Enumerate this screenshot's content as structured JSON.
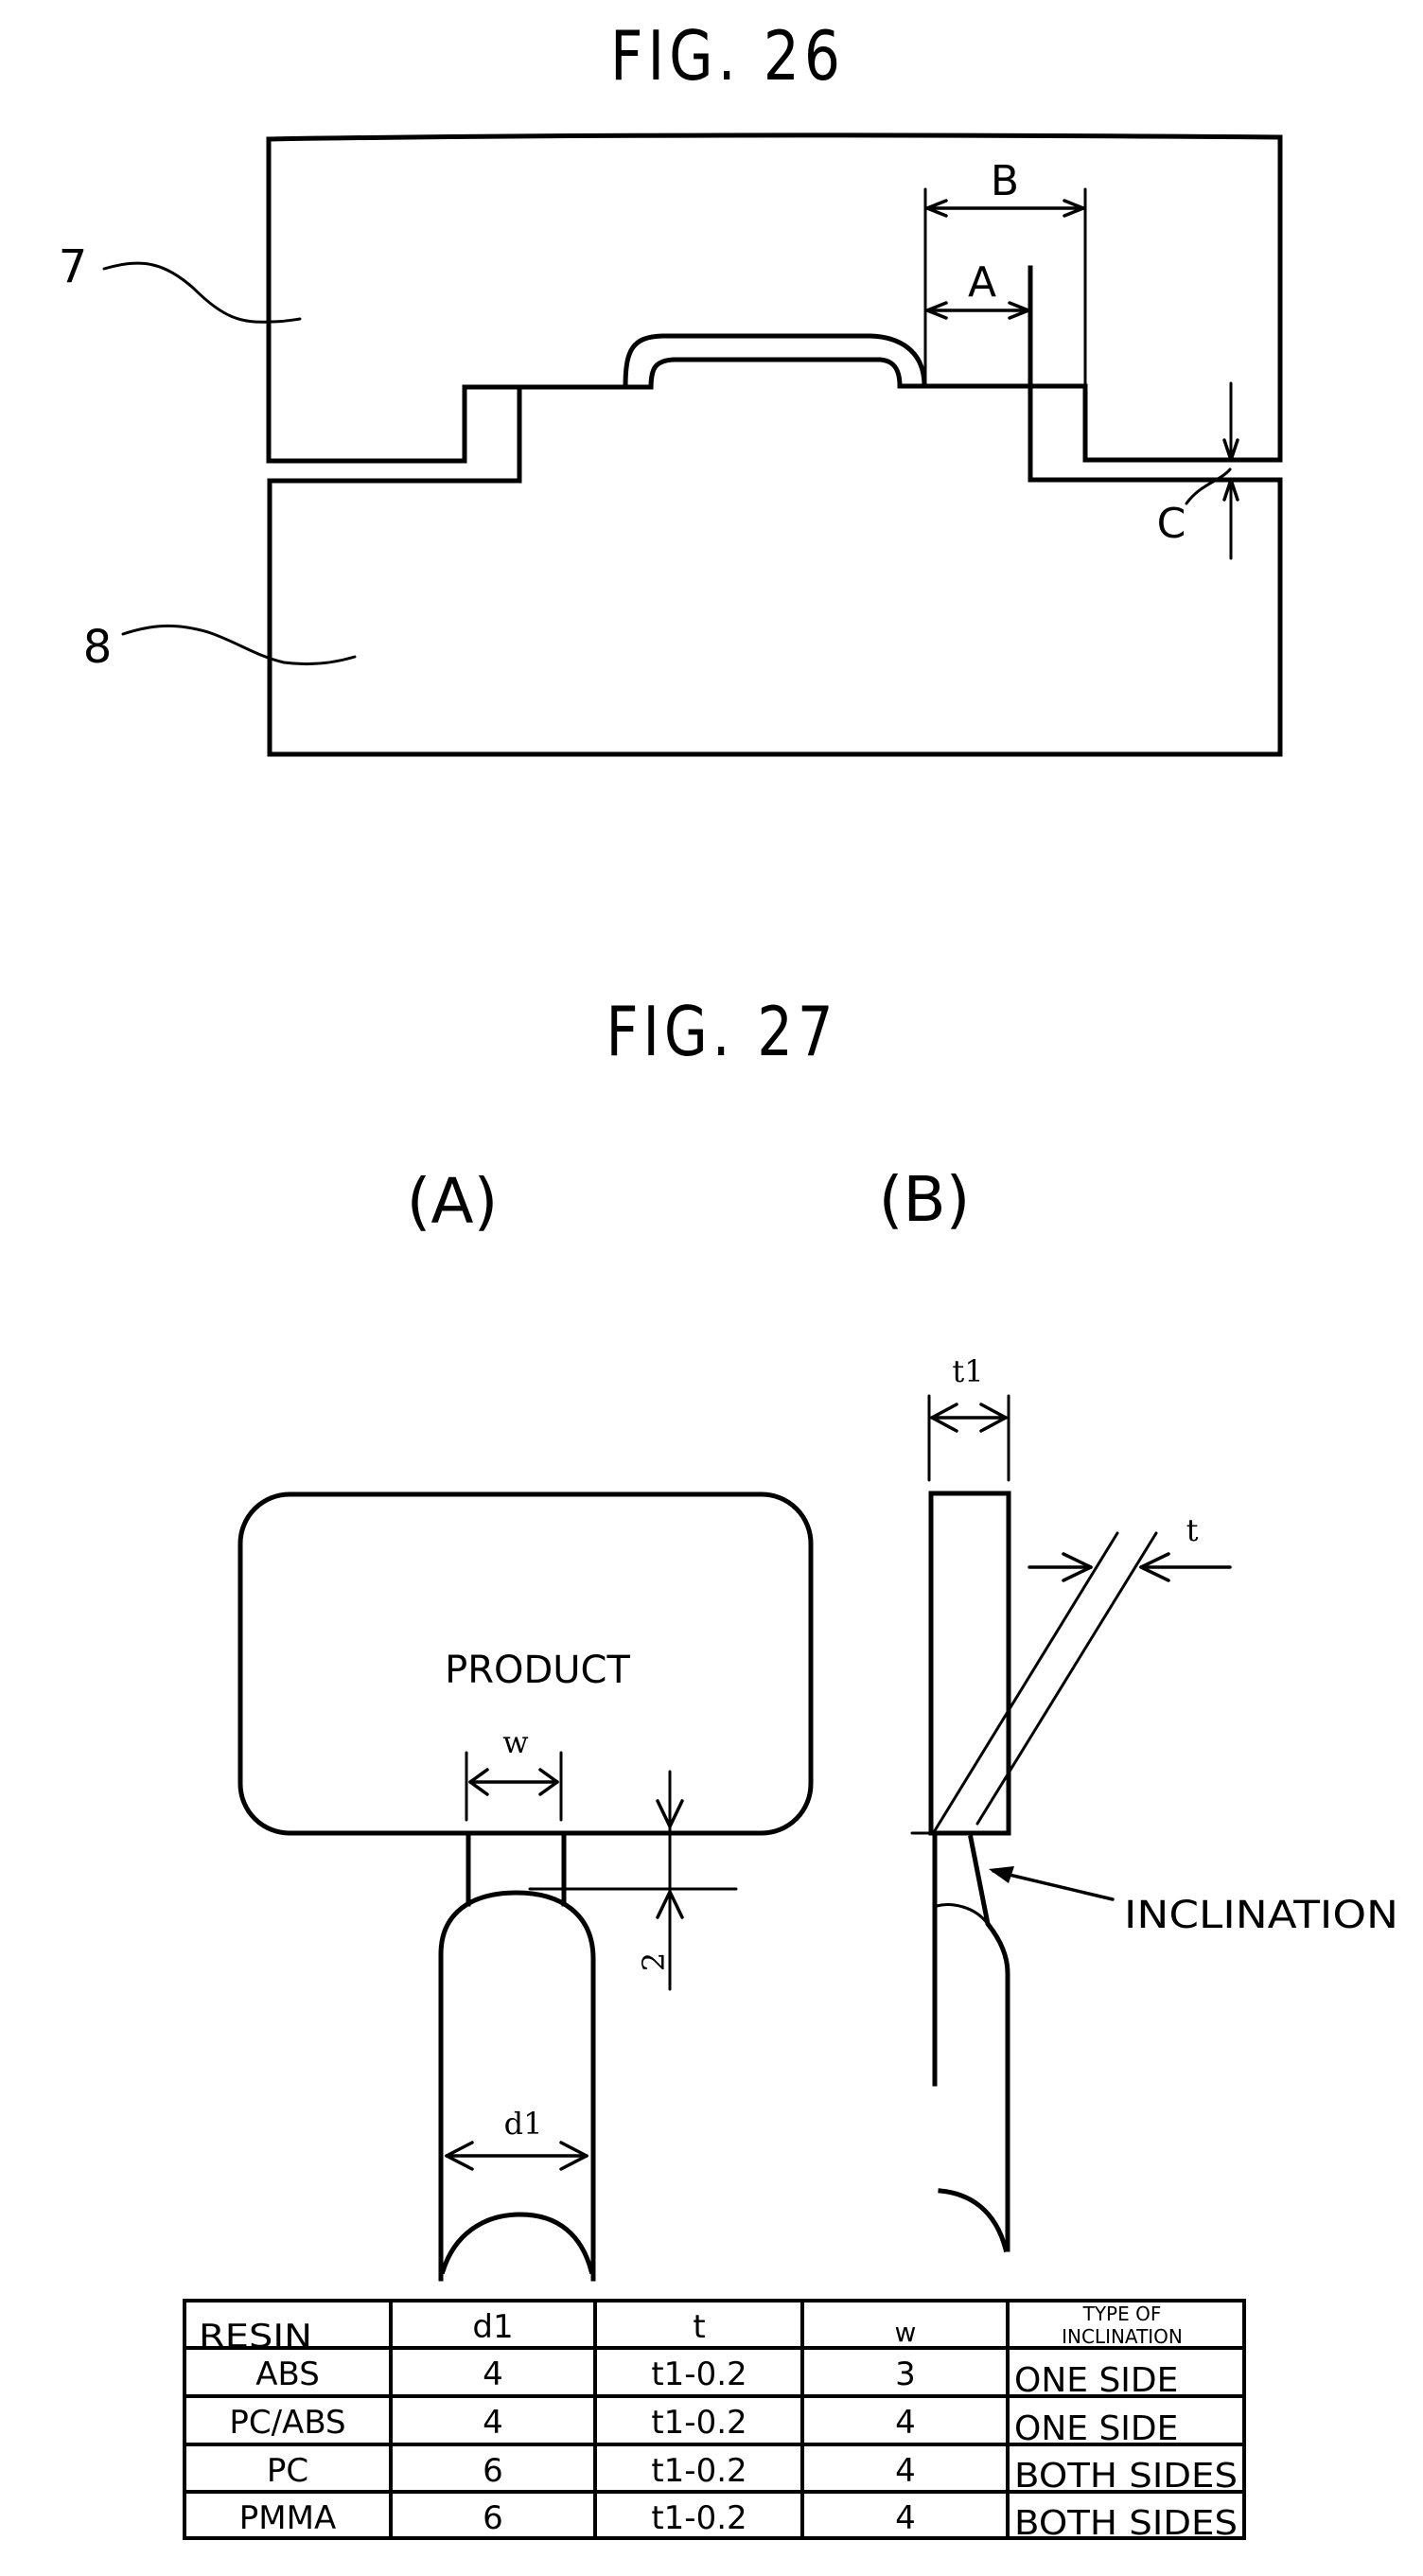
{
  "figure26": {
    "title": "FIG. 26",
    "ref_upper_mold": "7",
    "ref_lower_mold": "8",
    "dim_a": "A",
    "dim_b": "B",
    "dim_c": "C"
  },
  "figure27": {
    "title": "FIG. 27",
    "panel_a_label": "(A)",
    "panel_b_label": "(B)",
    "product_label": "PRODUCT",
    "dim_w": "w",
    "dim_gate_len": "2",
    "dim_d1": "d1",
    "dim_t1": "t1",
    "dim_t": "t",
    "inclination_label": "INCLINATION"
  },
  "table": {
    "headers": {
      "resin": "RESIN",
      "d1": "d1",
      "t": "t",
      "w": "w",
      "type_line1": "TYPE OF",
      "type_line2": "INCLINATION"
    },
    "rows": [
      {
        "resin": "ABS",
        "d1": "4",
        "t": "t1-0.2",
        "w": "3",
        "type": "ONE SIDE"
      },
      {
        "resin": "PC/ABS",
        "d1": "4",
        "t": "t1-0.2",
        "w": "4",
        "type": "ONE SIDE"
      },
      {
        "resin": "PC",
        "d1": "6",
        "t": "t1-0.2",
        "w": "4",
        "type": "BOTH SIDES"
      },
      {
        "resin": "PMMA",
        "d1": "6",
        "t": "t1-0.2",
        "w": "4",
        "type": "BOTH SIDES"
      }
    ]
  }
}
